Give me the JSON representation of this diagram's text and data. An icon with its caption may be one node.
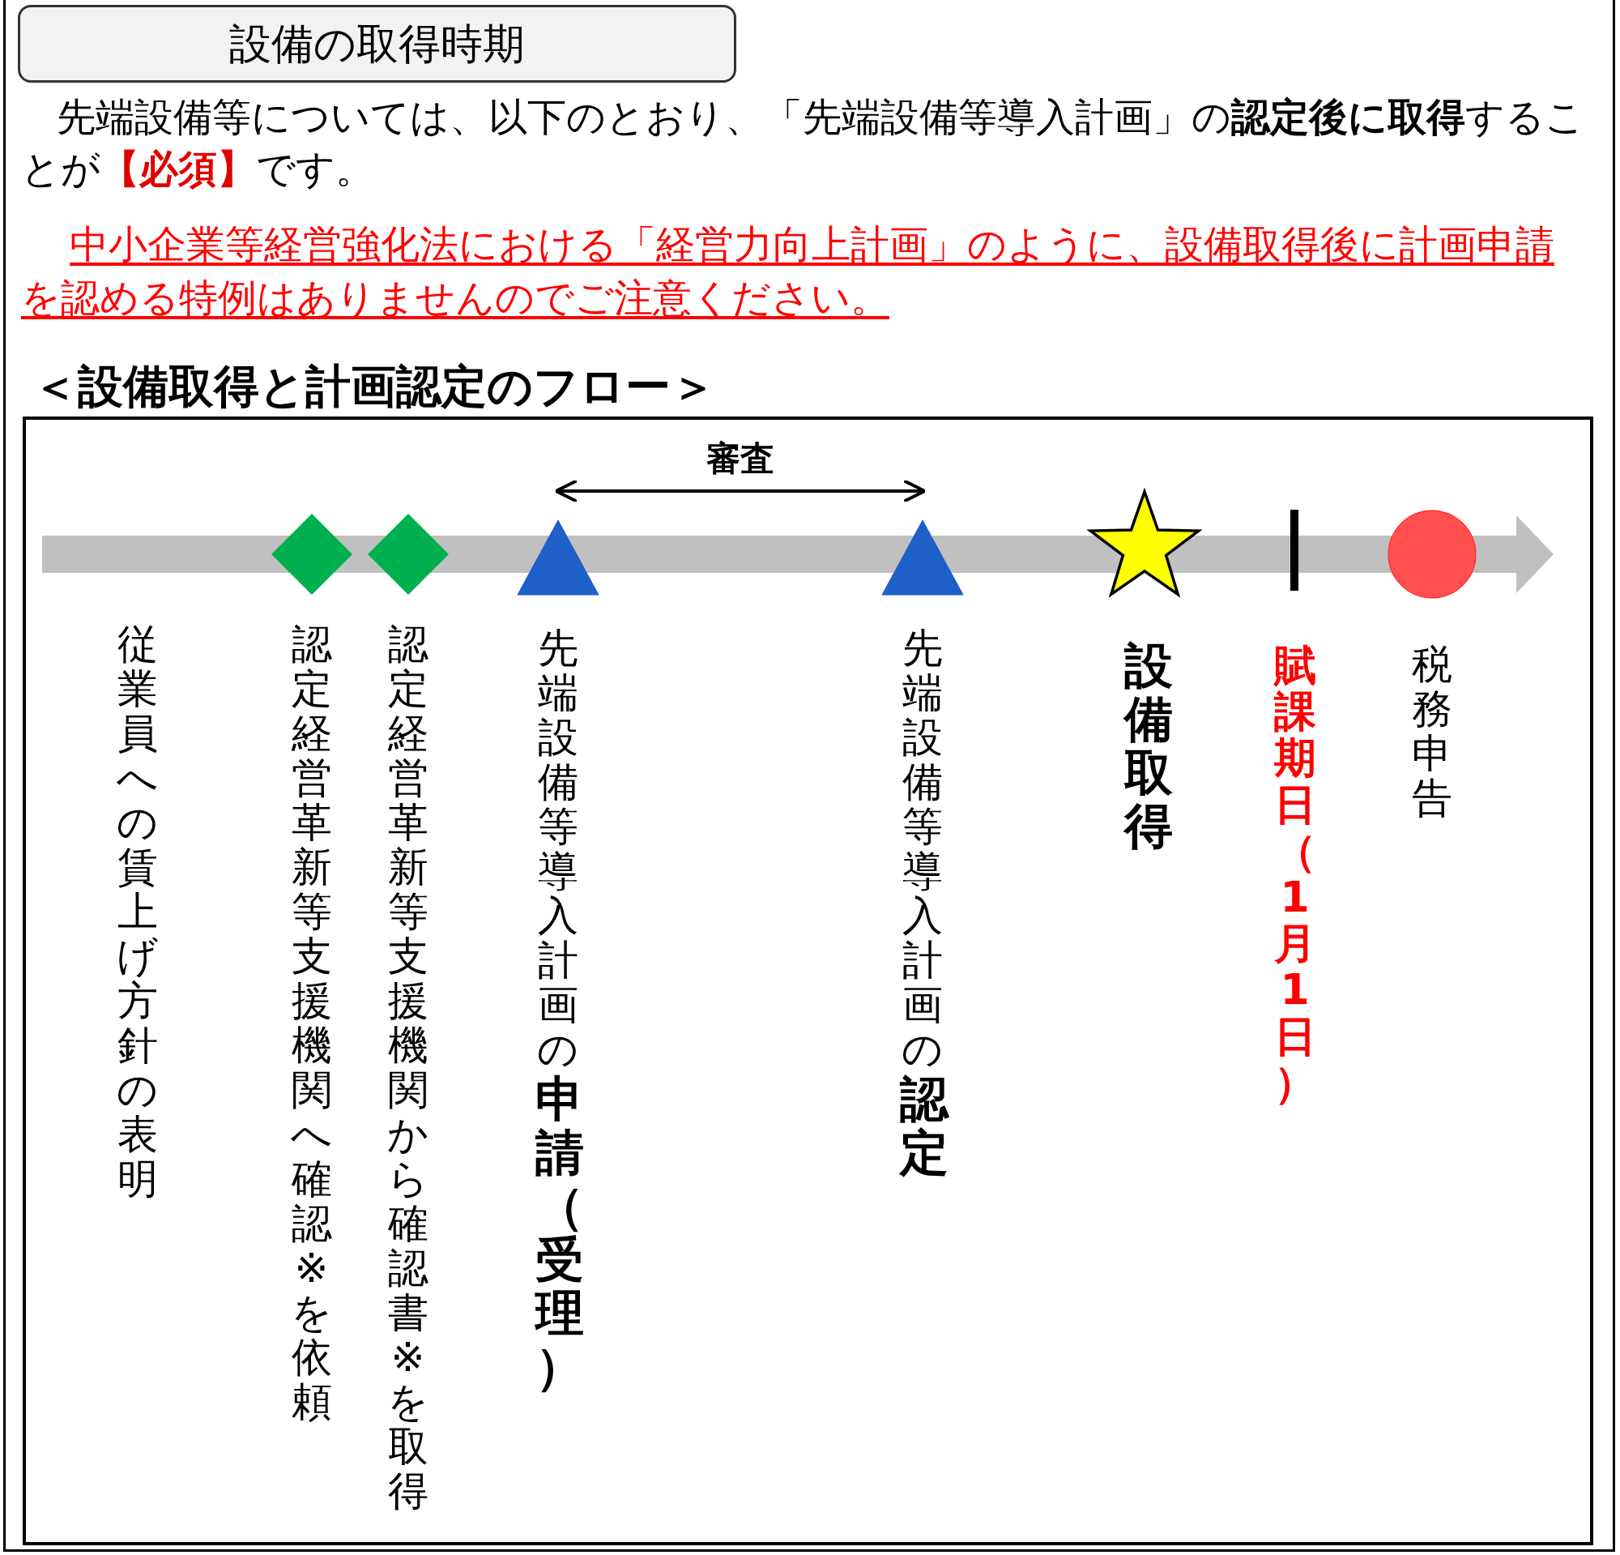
{
  "diagram": {
    "title": "設備の取得時期",
    "nodes": [
      {
        "text": [
          "＜設備取得と計画認定のフロー＞"
        ]
      },
      {
        "text": [],
        "shape": "diamond",
        "in": 0,
        "beside": [
          "認定経営革新等支援機関へ確認※を依頼"
        ]
      },
      {
        "text": [],
        "shape": "diamond",
        "in": 0,
        "beside": [
          "認定経営革新等支援機関から確認書※を取得"
        ]
      },
      {
        "text": [],
        "shape": "triangle",
        "in": 0,
        "beside": [
          "先端設備等導入計画の**申請（受理）**"
        ]
      },
      {
        "text": [],
        "shape": "triangle",
        "in": 0,
        "beside": [
          "先端設備等導入計画の**認定**"
        ]
      },
      {
        "text": [],
        "shape": "star",
        "in": 0,
        "beside": [
          "設備取得"
        ]
      },
      {
        "text": [],
        "shape": "bar",
        "in": 0,
        "beside": [
          "賦課期日（1月1日）"
        ]
      },
      {
        "text": [],
        "shape": "circle",
        "in": 0,
        "beside": [
          "税務申告"
        ]
      }
    ],
    "edges": [
      {
        "from": 3,
        "to": 4,
        "arrow": "both",
        "label": "審査"
      }
    ],
    "labels": [
      "先端設備等については、以下のとおり、「先端設備等導入計画」の**認定後に取得**することが**【必須】**です。",
      "中小企業等経営強化法における「経営力向上計画」のように、設備取得後に計画申請を認める特例はありませんのでご注意ください。",
      "従業員への賃上げ方針の表明"
    ]
  }
}
